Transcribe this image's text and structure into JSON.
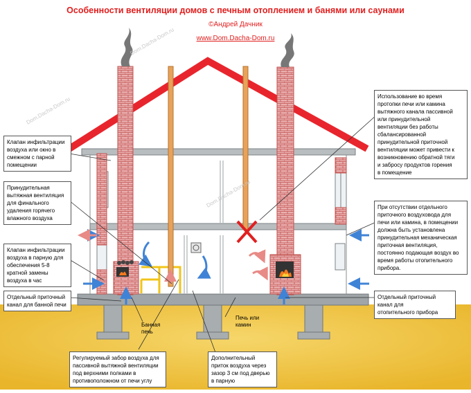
{
  "header": {
    "title": "Особенности вентиляции домов с печным отоплением и банями или саунами",
    "author": "©Андрей Дачник",
    "site": "www.Dom.Dacha-Dom.ru"
  },
  "watermark": "Dom.Dacha-Dom.ru",
  "notes": {
    "infiltration_valve": "Клапан инфильтрации\nвоздуха или окно в\nсмежном с парной\nпомещении",
    "forced_exhaust": "Принудительная\nвытяжная вентиляция\nдля финального\nудаления горячего\nвлажного воздуха",
    "sauna_valve": "Клапан инфильтрации\nвоздуха в парную для\nобеспечения 5-8\nкратной замены\nвоздуха в час",
    "bath_supply_channel": "Отдельный приточный\nканал для банной печи",
    "stove_chimney_warning": "Использование во время\nпротопки печи или камина\nвытяжного канала пассивной\nили принудительной\nвентиляции без работы\nсбалансированной\nпринудительной приточной\nвентиляции может привести к\nвозникновению обратной тяги\nи забросу продуктов горения\nв помещение",
    "supply_requirement": "При отсутствии отдельного\nприточного воздуховода для\nпечи или камина, в помещении\nдолжна быть установлена\nпринудительная механическая\nприточная вентиляция,\nпостоянно подающая воздух во\nвремя работы отопительного\nприбора.",
    "heater_supply_channel": "Отдельный приточный\nканал для\nотопительного прибора",
    "adjustable_intake": "Регулируемый забор воздуха для\nпассивной вытяжной вентиляции\nпод верхними полками  в\nпротивоположном  от печи углу",
    "extra_inflow": "Дополнительный\nприток воздуха через\nзазор 3 см под дверью\nв парную"
  },
  "labels": {
    "bath_stove": "Банная\nпечь",
    "fireplace_stove": "Печь или\nкамин"
  },
  "colors": {
    "title": "#e01e1e",
    "roof": "#e8252d",
    "brick": "#e9a7a7",
    "brick_line": "#c0504d",
    "pipe": "#e8a25a",
    "floor": "#9fa5a8",
    "ground": "#f2c542",
    "cold_air": "#3f83d6",
    "warm_air": "#e88a86",
    "cross": "#e02020"
  },
  "icons": [
    "smoke-icon",
    "fire-icon",
    "fan-icon",
    "cross-icon",
    "arrow-icon"
  ]
}
